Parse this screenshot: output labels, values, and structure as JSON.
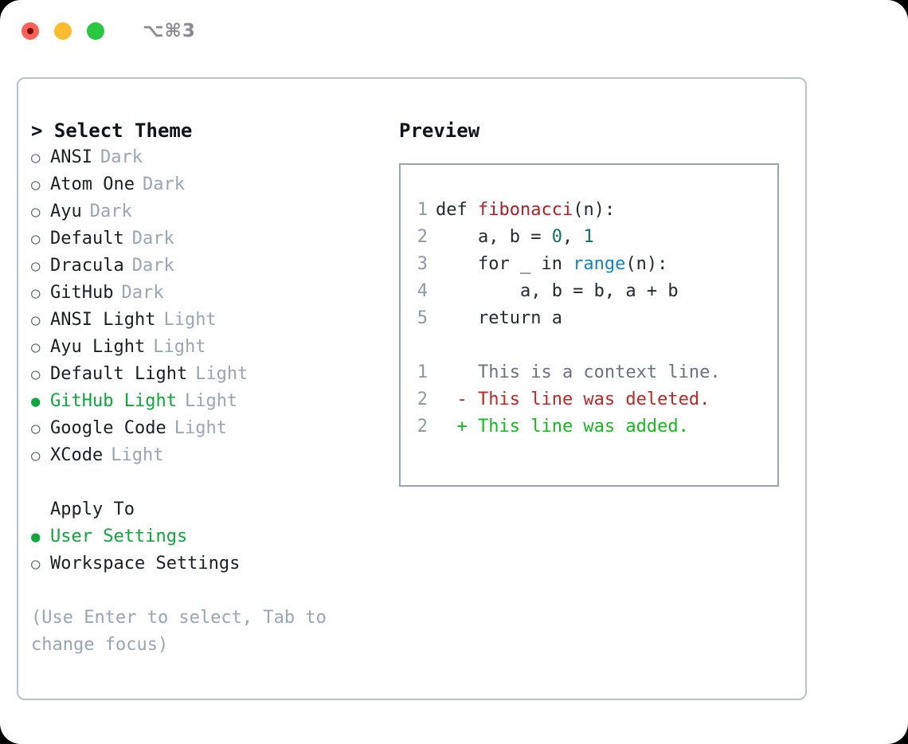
{
  "titlebar": {
    "shortcut": "⌥⌘3",
    "buttons": {
      "close": "close",
      "minimize": "minimize",
      "maximize": "maximize"
    }
  },
  "theme_list": {
    "caret": ">",
    "title": "Select Theme",
    "marker_unselected": "○",
    "marker_selected": "●",
    "items": [
      {
        "name": "ANSI",
        "kind": "Dark",
        "selected": false
      },
      {
        "name": "Atom One",
        "kind": "Dark",
        "selected": false
      },
      {
        "name": "Ayu",
        "kind": "Dark",
        "selected": false
      },
      {
        "name": "Default",
        "kind": "Dark",
        "selected": false
      },
      {
        "name": "Dracula",
        "kind": "Dark",
        "selected": false
      },
      {
        "name": "GitHub",
        "kind": "Dark",
        "selected": false
      },
      {
        "name": "ANSI Light",
        "kind": "Light",
        "selected": false
      },
      {
        "name": "Ayu Light",
        "kind": "Light",
        "selected": false
      },
      {
        "name": "Default Light",
        "kind": "Light",
        "selected": false
      },
      {
        "name": "GitHub Light",
        "kind": "Light",
        "selected": true
      },
      {
        "name": "Google Code",
        "kind": "Light",
        "selected": false
      },
      {
        "name": "XCode",
        "kind": "Light",
        "selected": false
      }
    ]
  },
  "apply_to": {
    "title": "Apply To",
    "options": [
      {
        "label": "User Settings",
        "selected": true
      },
      {
        "label": "Workspace Settings",
        "selected": false
      }
    ]
  },
  "hint": "(Use Enter to select, Tab to change focus)",
  "preview": {
    "title": "Preview",
    "code": [
      {
        "no": "1",
        "tokens": [
          {
            "t": "def ",
            "c": "kw"
          },
          {
            "t": "fibonacci",
            "c": "fn"
          },
          {
            "t": "(n):",
            "c": "plain"
          }
        ]
      },
      {
        "no": "2",
        "tokens": [
          {
            "t": "    a, b = ",
            "c": "plain"
          },
          {
            "t": "0",
            "c": "num"
          },
          {
            "t": ", ",
            "c": "plain"
          },
          {
            "t": "1",
            "c": "num"
          }
        ]
      },
      {
        "no": "3",
        "tokens": [
          {
            "t": "    for _ in ",
            "c": "plain"
          },
          {
            "t": "range",
            "c": "builtin"
          },
          {
            "t": "(n):",
            "c": "plain"
          }
        ]
      },
      {
        "no": "4",
        "tokens": [
          {
            "t": "        a, b = b, a + b",
            "c": "plain"
          }
        ]
      },
      {
        "no": "5",
        "tokens": [
          {
            "t": "    return a",
            "c": "plain"
          }
        ]
      }
    ],
    "diff": [
      {
        "no": "1",
        "sign": " ",
        "text": "This is a context line.",
        "kind": "ctx"
      },
      {
        "no": "2",
        "sign": "-",
        "text": "This line was deleted.",
        "kind": "del"
      },
      {
        "no": "2",
        "sign": "+",
        "text": "This line was added.",
        "kind": "add"
      }
    ]
  },
  "colors": {
    "accent_green": "#0ba83a",
    "muted": "#9aa5b4",
    "border": "#b9c2cc",
    "preview_border": "#9aa5b4",
    "syntax_function": "#b31d28",
    "syntax_number": "#0b7261",
    "syntax_builtin": "#1184c4",
    "diff_added": "#14bb1e",
    "diff_deleted": "#c82222",
    "diff_context": "#6a737d"
  }
}
